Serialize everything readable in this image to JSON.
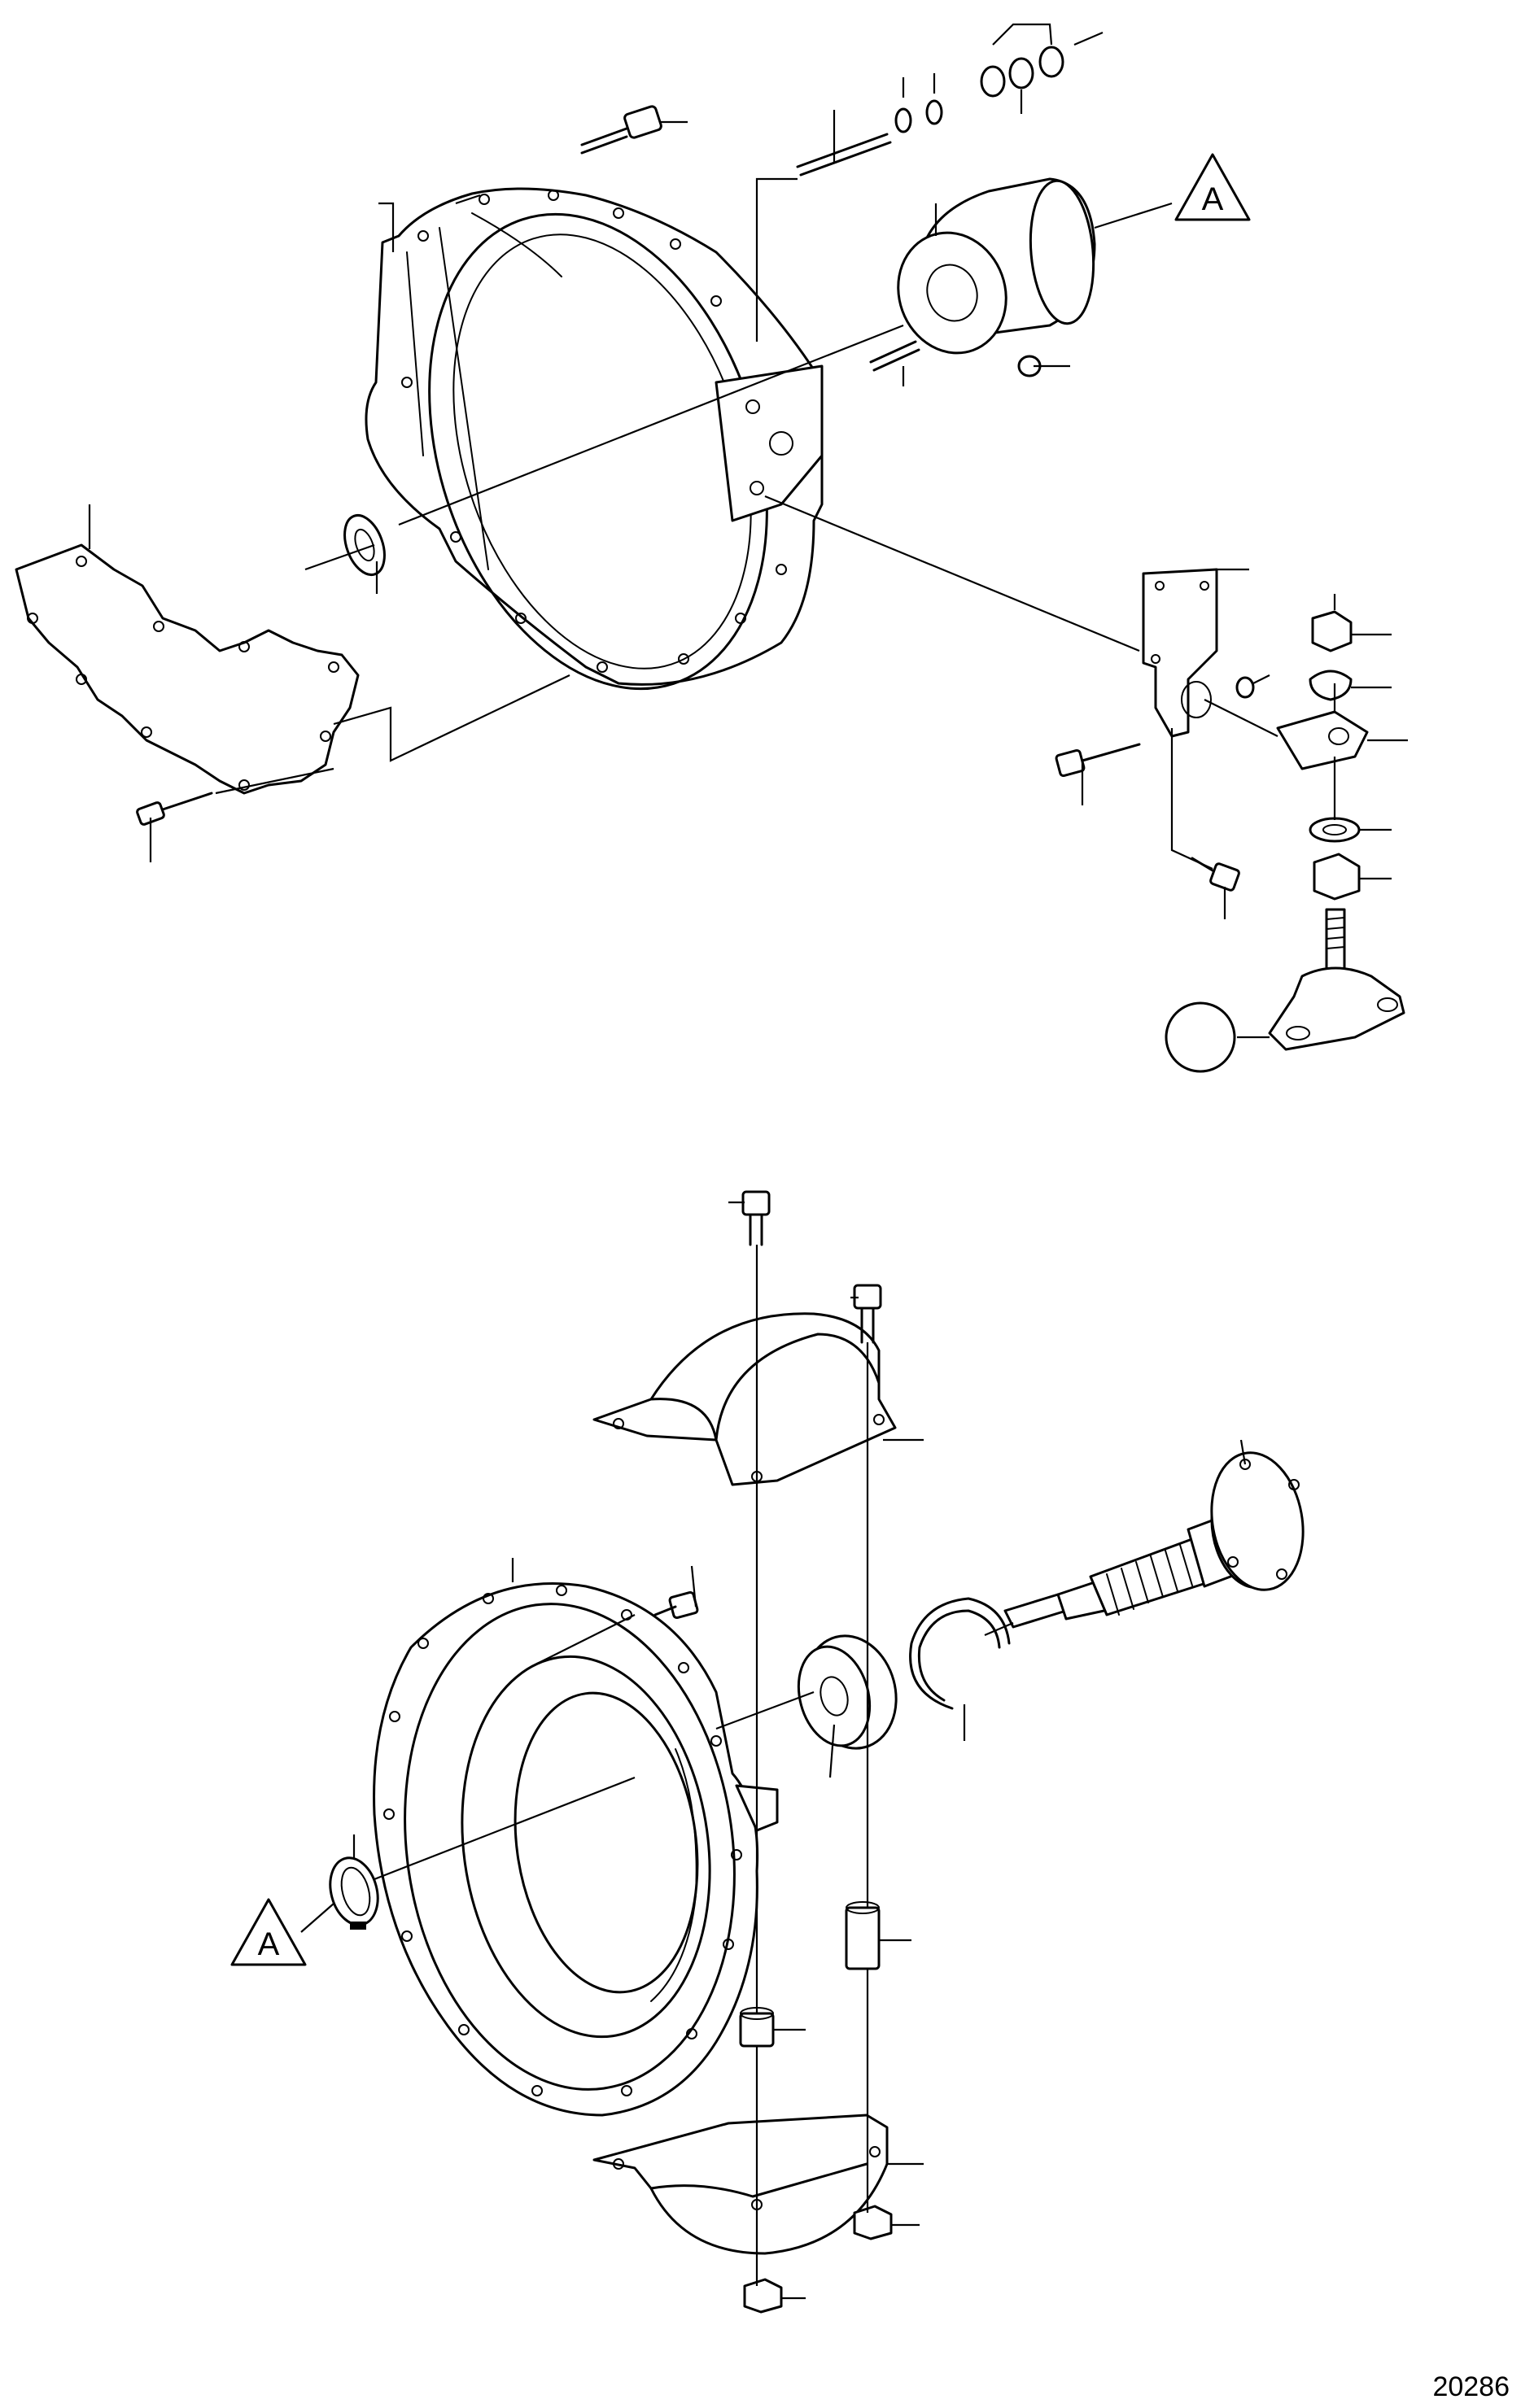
{
  "callouts": {
    "ref_a_top": "A",
    "ref_a_bottom": "A"
  },
  "drawing_number": "20286"
}
